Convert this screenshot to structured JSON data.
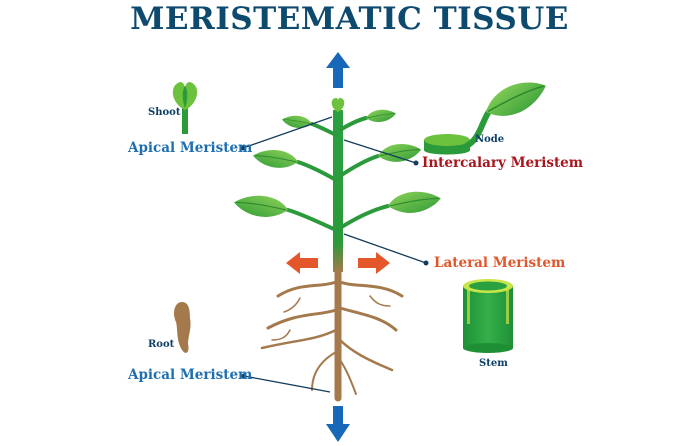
{
  "title": "MERISTEMATIC TISSUE",
  "labels": {
    "shoot": "Shoot",
    "apical_meristem_top": "Apical Meristem",
    "node": "Node",
    "intercalary_meristem": "Intercalary Meristem",
    "lateral_meristem": "Lateral Meristem",
    "stem": "Stem",
    "root": "Root",
    "apical_meristem_bottom": "Apical Meristem"
  },
  "colors": {
    "title": "#0d4a6e",
    "apical": "#1f6fb0",
    "intercalary": "#a8161d",
    "lateral": "#e0572a",
    "growth_arrow_vertical": "#1768b8",
    "growth_arrow_lateral": "#e4572a",
    "leaf": "#5cbf3a",
    "stem": "#2a9a3a",
    "root": "#a47a4c",
    "pointer_line": "#123c5c"
  }
}
